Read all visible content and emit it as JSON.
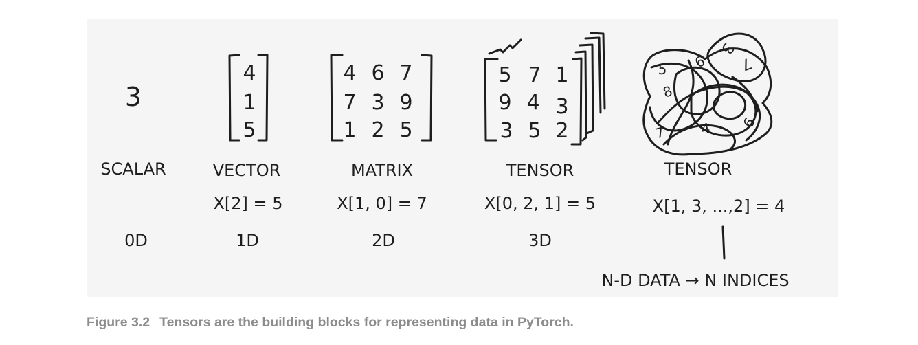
{
  "scalar": {
    "value": "3",
    "label": "SCALAR",
    "dim": "0D"
  },
  "vector": {
    "values": [
      "4",
      "1",
      "5"
    ],
    "label": "VECTOR",
    "index": "X[2] = 5",
    "dim": "1D"
  },
  "matrix": {
    "rows": [
      [
        "4",
        "6",
        "7"
      ],
      [
        "7",
        "3",
        "9"
      ],
      [
        "1",
        "2",
        "5"
      ]
    ],
    "label": "MATRIX",
    "index": "X[1, 0] = 7",
    "dim": "2D"
  },
  "tensor3d": {
    "rows": [
      [
        "5",
        "7",
        "1"
      ],
      [
        "9",
        "4",
        "3"
      ],
      [
        "3",
        "5",
        "2"
      ]
    ],
    "label": "TENSOR",
    "index": "X[0, 2, 1] = 5",
    "dim": "3D"
  },
  "tensorNd": {
    "blob_numbers": [
      "5",
      "6",
      "3",
      "7",
      "8",
      "7",
      "4",
      "6"
    ],
    "label": "TENSOR",
    "index": "X[1, 3, ...,2] = 4",
    "note": "N-D DATA → N INDICES"
  },
  "caption": {
    "figure_number": "Figure 3.2",
    "text": "Tensors are the building blocks for representing data in PyTorch."
  }
}
